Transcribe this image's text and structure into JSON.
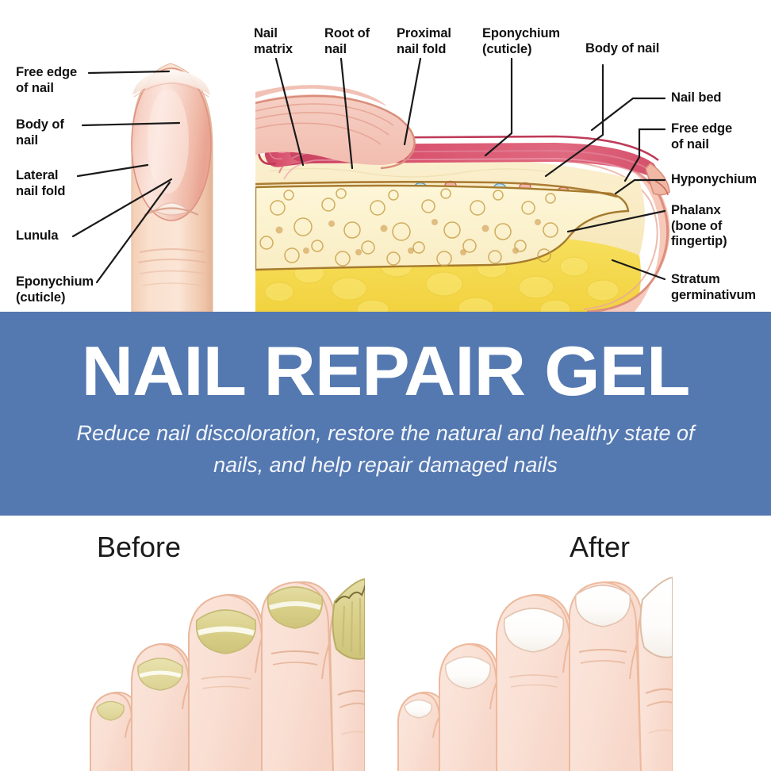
{
  "anatomy": {
    "fingertip_labels": [
      {
        "id": "free-edge-of-nail",
        "text": "Free edge\nof nail"
      },
      {
        "id": "body-of-nail",
        "text": "Body of\nnail"
      },
      {
        "id": "lateral-nail-fold",
        "text": "Lateral\nnail fold"
      },
      {
        "id": "lunula",
        "text": "Lunula"
      },
      {
        "id": "eponychium-cuticle",
        "text": "Eponychium\n(cuticle)"
      }
    ],
    "cross_section_top_labels": [
      {
        "id": "nail-matrix",
        "text": "Nail\nmatrix"
      },
      {
        "id": "root-of-nail",
        "text": "Root of\nnail"
      },
      {
        "id": "proximal-nail-fold",
        "text": "Proximal\nnail fold"
      },
      {
        "id": "eponychium-cuticle",
        "text": "Eponychium\n(cuticle)"
      },
      {
        "id": "body-of-nail",
        "text": "Body of nail"
      }
    ],
    "cross_section_right_labels": [
      {
        "id": "nail-bed",
        "text": "Nail bed"
      },
      {
        "id": "free-edge-of-nail",
        "text": "Free edge\nof nail"
      },
      {
        "id": "hyponychium",
        "text": "Hyponychium"
      },
      {
        "id": "phalanx",
        "text": "Phalanx\n(bone of\nfingertip)"
      },
      {
        "id": "stratum-germinativum",
        "text": "Stratum\ngerminativum"
      }
    ]
  },
  "banner": {
    "title": "NAIL REPAIR GEL",
    "subtitle": "Reduce nail discoloration, restore the natural and healthy state of nails, and help repair damaged nails",
    "background_color": "#5478B0",
    "text_color": "#ffffff"
  },
  "comparison": {
    "before_label": "Before",
    "after_label": "After",
    "before_nail_color": "#d9d193",
    "after_nail_color": "#fdfdfb",
    "skin_color": "#fadfd2"
  }
}
